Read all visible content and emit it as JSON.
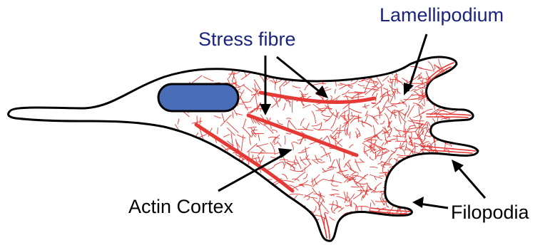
{
  "labels": {
    "lamellipodium": "Lamellipodium",
    "stress_fibre": "Stress fibre",
    "actin_cortex": "Actin Cortex",
    "filopodia": "Filopodia"
  },
  "colors": {
    "outline": "#000000",
    "actin": "#e53935",
    "nucleus_fill": "#4a6db8",
    "nucleus_stroke": "#000000",
    "label_blue": "#1a237e",
    "label_black": "#000000"
  }
}
